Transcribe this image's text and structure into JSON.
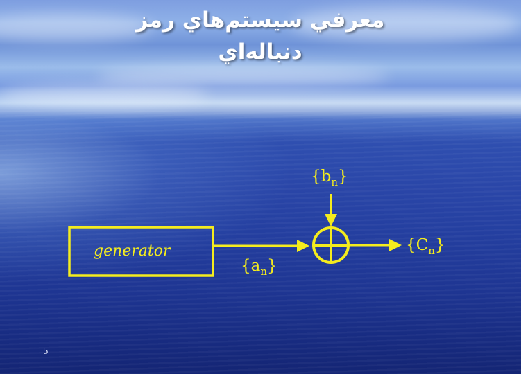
{
  "slide": {
    "title_line1": "معرفي سيستم‌هاي رمز",
    "title_line2": "دنباله‌اي",
    "page_number": "5"
  },
  "diagram": {
    "generator_label": "generator",
    "input_a": {
      "open": "{a",
      "sub": "n",
      "close": "}"
    },
    "input_b": {
      "open": "{b",
      "sub": "n",
      "close": "}"
    },
    "output_c": {
      "open": "{C",
      "sub": "n",
      "close": "}"
    },
    "adder_symbol": "xor-circle-plus",
    "line_color": "#f4ec1e"
  },
  "colors": {
    "title": "#ffffff",
    "accent": "#f4ec1e",
    "background_sea": "#1e3592",
    "background_sky": "#8fb1e8"
  }
}
